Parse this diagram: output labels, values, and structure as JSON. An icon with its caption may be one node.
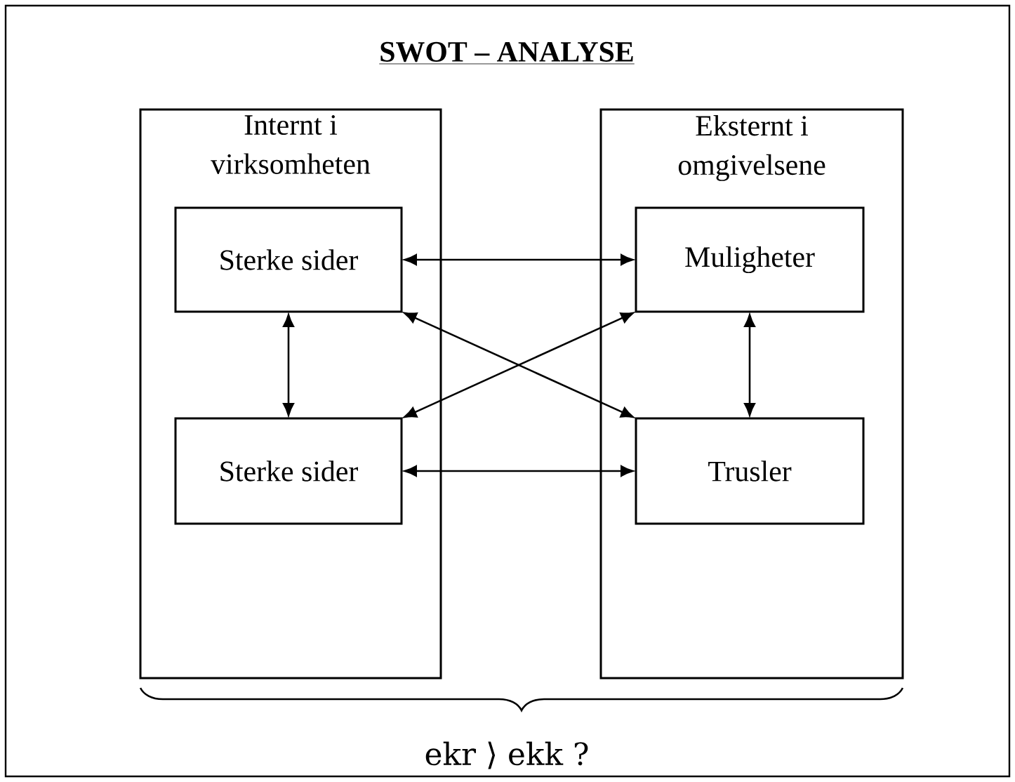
{
  "diagram": {
    "title": "SWOT – ANALYSE",
    "nodes": [
      {
        "text": [
          "Internt i virksomheten"
        ]
      },
      {
        "text": [
          "Sterke sider"
        ],
        "in": 0
      },
      {
        "text": [
          "Sterke sider"
        ],
        "in": 0
      },
      {
        "text": [
          "Eksternt i omgivelsene"
        ]
      },
      {
        "text": [
          "Muligheter"
        ],
        "in": 3
      },
      {
        "text": [
          "Trusler"
        ],
        "in": 3
      }
    ],
    "edges": [
      {
        "from": 1,
        "to": 4,
        "arrow": "both"
      },
      {
        "from": 1,
        "to": 2,
        "arrow": "both"
      },
      {
        "from": 4,
        "to": 5,
        "arrow": "both"
      },
      {
        "from": 2,
        "to": 5,
        "arrow": "both"
      },
      {
        "from": 1,
        "to": 5,
        "arrow": "both"
      },
      {
        "from": 2,
        "to": 4,
        "arrow": "both"
      }
    ],
    "labels": [
      "ekr ⟩ ekk ?"
    ]
  }
}
